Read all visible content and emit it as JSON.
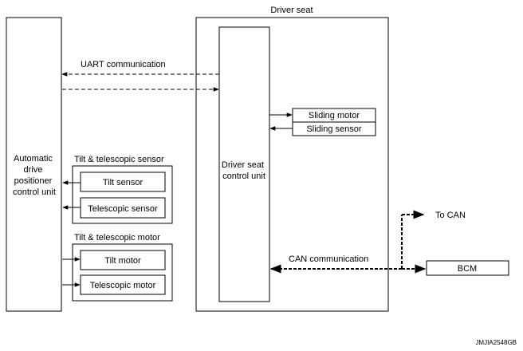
{
  "diagram": {
    "driver_seat": {
      "title": "Driver seat"
    },
    "adp_unit": {
      "lines": [
        "Automatic",
        "drive",
        "positioner",
        "control unit"
      ]
    },
    "dscu": {
      "lines": [
        "Driver seat",
        "control unit"
      ]
    },
    "uart_label": "UART communication",
    "sliding_motor": "Sliding motor",
    "sliding_sensor": "Sliding sensor",
    "tilt_tele_sensor_group": {
      "title": "Tilt & telescopic sensor",
      "tilt_sensor": "Tilt sensor",
      "telescopic_sensor": "Telescopic sensor"
    },
    "tilt_tele_motor_group": {
      "title": "Tilt & telescopic motor",
      "tilt_motor": "Tilt motor",
      "telescopic_motor": "Telescopic motor"
    },
    "can_label": "CAN communication",
    "to_can": "To CAN",
    "bcm": "BCM",
    "figure_id": "JMJIA2548GB"
  },
  "colors": {
    "line": "#000000",
    "background": "#ffffff"
  }
}
